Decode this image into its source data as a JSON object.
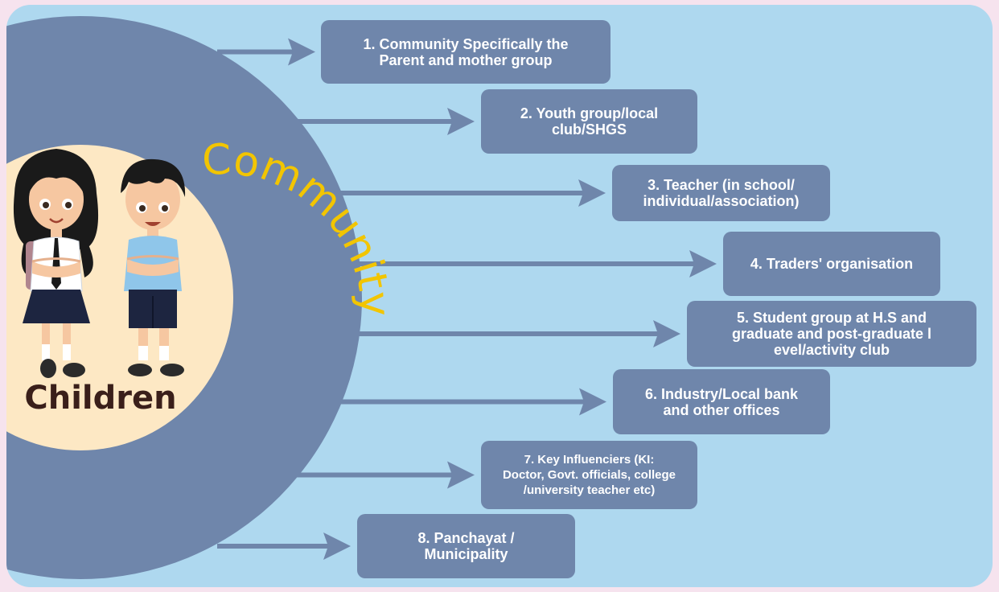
{
  "colors": {
    "background": "#f6e3ee",
    "panel": "#aed8ef",
    "community_circle": "#6f86ab",
    "children_circle": "#fde8c4",
    "community_text": "#f2c500",
    "box_fill": "#6f86ab",
    "arrow": "#6f86ab",
    "children_text": "#3a1f1a"
  },
  "diagram": {
    "inner_label": "Children",
    "ring_label": "Community",
    "illustration": "girl-and-boy-students-icon",
    "nodes": [
      {
        "id": 1,
        "lines": [
          "1. Community Specifically the",
          "Parent and mother group"
        ]
      },
      {
        "id": 2,
        "lines": [
          "2. Youth group/local",
          "club/SHGS"
        ]
      },
      {
        "id": 3,
        "lines": [
          "3. Teacher (in school/",
          "individual/association)"
        ]
      },
      {
        "id": 4,
        "lines": [
          "4. Traders' organisation"
        ]
      },
      {
        "id": 5,
        "lines": [
          "5. Student group at H.S and",
          "graduate and post-graduate l",
          "evel/activity club"
        ]
      },
      {
        "id": 6,
        "lines": [
          "6. Industry/Local bank",
          "and other offices"
        ]
      },
      {
        "id": 7,
        "lines": [
          "7. Key Influenciers (KI:",
          "Doctor, Govt. officials, college",
          "/university teacher etc)"
        ]
      },
      {
        "id": 8,
        "lines": [
          "8. Panchayat /",
          "Municipality"
        ]
      }
    ]
  }
}
